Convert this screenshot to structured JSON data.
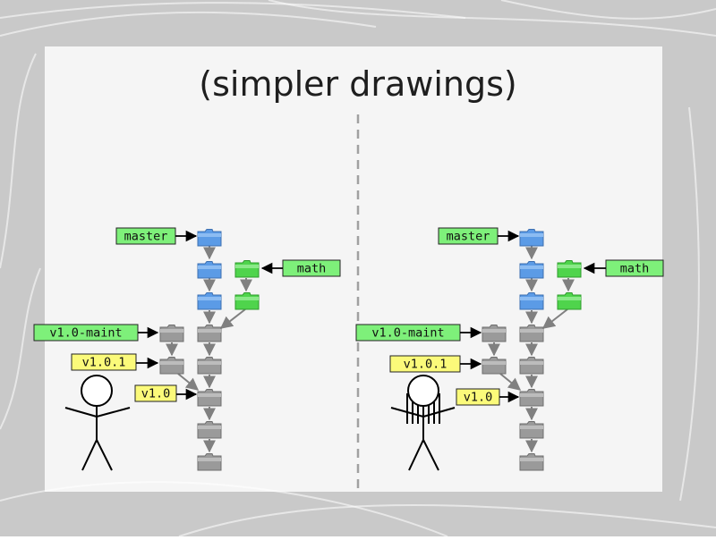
{
  "slide": {
    "title": "(simpler drawings)"
  },
  "labels": {
    "master": "master",
    "math": "math",
    "maint": "v1.0-maint",
    "v101": "v1.0.1",
    "v10": "v1.0"
  },
  "colors": {
    "branch_label": "#7ef07a",
    "tag_label": "#fbfa7a",
    "blue_commit": "#5b9be6",
    "green_commit": "#4fd44c",
    "gray_commit": "#9a9a9a",
    "arrow": "#808080"
  }
}
